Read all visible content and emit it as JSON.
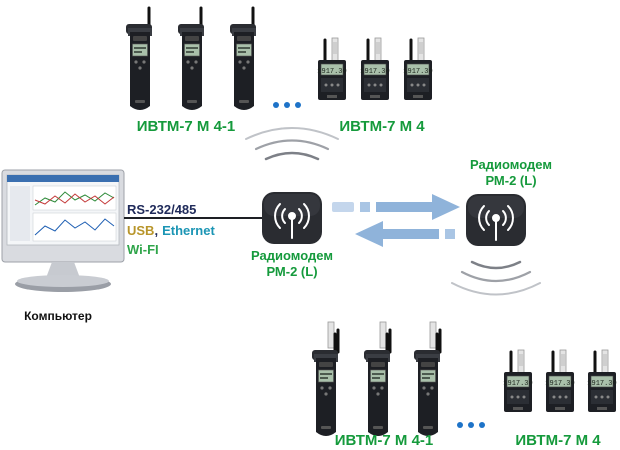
{
  "colors": {
    "label_green": "#159a3c",
    "iface_navy": "#1f2a5a",
    "iface_usb": "#b8952a",
    "iface_ethernet": "#1b95b4",
    "iface_wifi": "#2fa54a",
    "device_dark": "#1d1f24",
    "lcd": "#a9c0aa",
    "dots_blue": "#1e73c8",
    "arrow_blue": "#8fb3da"
  },
  "groups": {
    "top_left_label": "ИВТМ-7 М 4-1",
    "top_right_label": "ИВТМ-7 М 4",
    "bottom_left_label": "ИВТМ-7 М 4-1",
    "bottom_right_label": "ИВТМ-7 М 4"
  },
  "computer": {
    "label": "Компьютер"
  },
  "interfaces": {
    "rs": "RS-232/485",
    "usb": "USB",
    "comma": ",",
    "ethernet": "Ethernet",
    "wifi": "Wi-FI"
  },
  "modem_left": {
    "line1": "Радиомодем",
    "line2": "РМ-2 (L)"
  },
  "modem_right": {
    "line1": "Радиомодем",
    "line2": "РМ-2 (L)"
  },
  "icons": {
    "device_tall": "handheld-meter-icon",
    "device_box": "box-meter-icon",
    "modem": "radio-modem-icon",
    "computer": "desktop-computer-icon",
    "ellipsis": "ellipsis-dots-icon"
  }
}
